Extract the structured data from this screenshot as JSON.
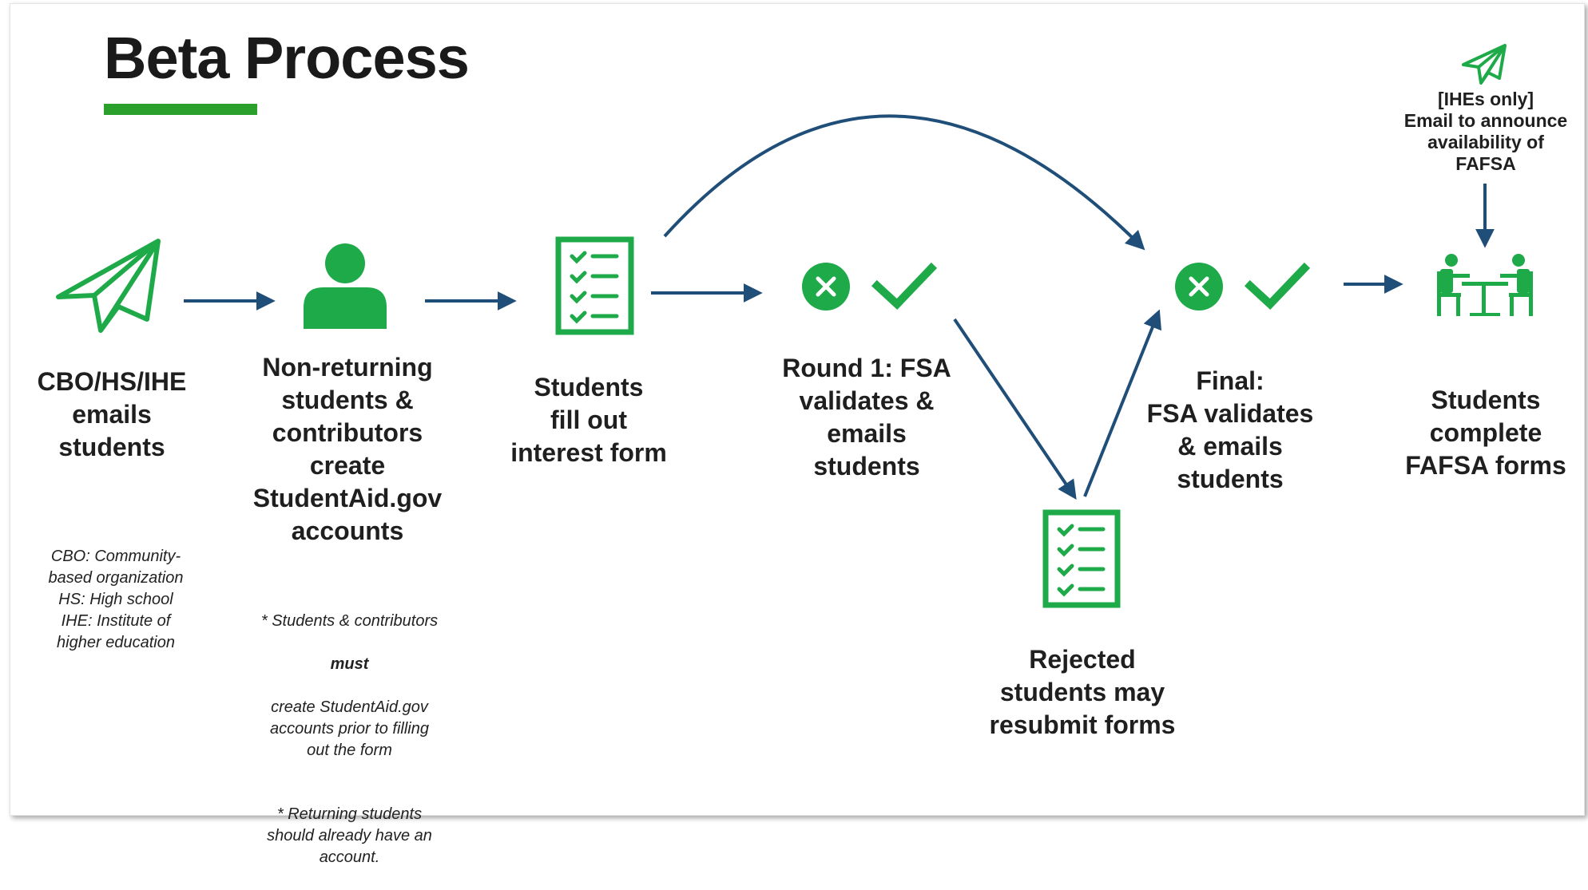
{
  "title": "Beta Process",
  "colors": {
    "accent_green": "#1faa4a",
    "arrow_blue": "#1f4e79",
    "title_bar": "#2ca02c"
  },
  "steps": [
    {
      "icon": "paper-plane-icon",
      "label": "CBO/HS/IHE\nemails\nstudents"
    },
    {
      "icon": "person-icon",
      "label": "Non-returning\nstudents &\ncontributors\ncreate\nStudentAid.gov\naccounts"
    },
    {
      "icon": "checklist-icon",
      "label": "Students\nfill out\ninterest form"
    },
    {
      "icon": "reject-approve-icon",
      "label": "Round 1: FSA\nvalidates &\nemails\nstudents"
    },
    {
      "icon": "reject-approve-icon",
      "label": "Final:\nFSA validates\n& emails\nstudents"
    },
    {
      "icon": "meeting-icon",
      "label": "Students\ncomplete\nFAFSA forms"
    }
  ],
  "rejected": {
    "icon": "checklist-icon",
    "label": "Rejected\nstudents may\nresubmit forms"
  },
  "ihe_note": {
    "icon": "paper-plane-icon",
    "text": "[IHEs only]\nEmail to announce\navailability of\nFAFSA"
  },
  "abbreviations": "CBO: Community-\nbased organization\nHS: High school\nIHE: Institute of\nhigher education",
  "account_note": {
    "line1": "* Students & contributors",
    "must": "must",
    "line3": "create StudentAid.gov\naccounts prior to filling\nout the form",
    "line4": "* Returning students\nshould already have an\naccount."
  }
}
